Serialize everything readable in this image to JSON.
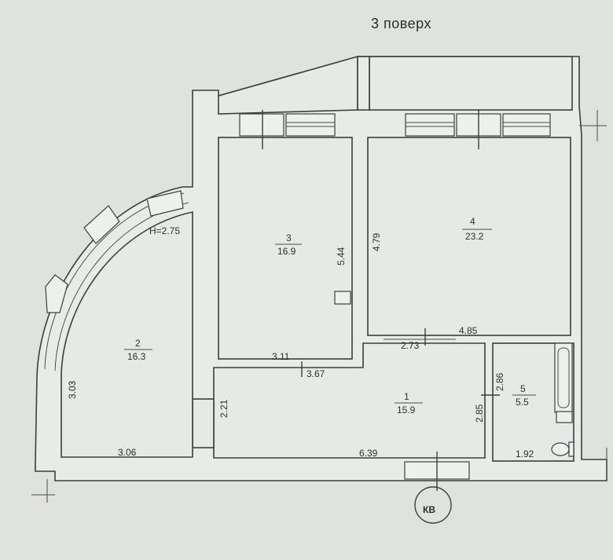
{
  "floor_title": "3 поверх",
  "ceiling_height": "H=2.75",
  "rooms": [
    {
      "number": "1",
      "area": "15.9"
    },
    {
      "number": "2",
      "area": "16.3"
    },
    {
      "number": "3",
      "area": "16.9"
    },
    {
      "number": "4",
      "area": "23.2"
    },
    {
      "number": "5",
      "area": "5.5"
    }
  ],
  "dimensions": {
    "r2_height": "3.03",
    "r2_width": "3.06",
    "corridor_height": "2.21",
    "r3_height": "5.44",
    "r3_width": "3.11",
    "r3_opening": "3.67",
    "r4_height": "4.79",
    "r4_width": "4.85",
    "r1_top": "2.73",
    "r1_width": "6.39",
    "r1_height": "2.85",
    "r5_height": "2.86",
    "r5_width": "1.92"
  },
  "entrance_label": "КВ"
}
